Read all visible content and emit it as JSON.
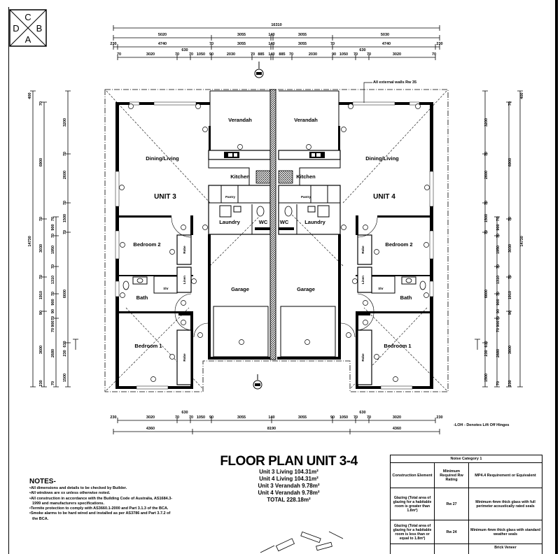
{
  "revision_box": {
    "letters": [
      "C",
      "D",
      "B",
      "A"
    ]
  },
  "top_dims": {
    "row1": [
      "16310"
    ],
    "row2": [
      "5020",
      "3055",
      "140",
      "3055",
      "5030"
    ],
    "row3": [
      "230",
      "4740",
      "70",
      "3055",
      "140",
      "3055",
      "70",
      "4740",
      "230"
    ],
    "row4": [
      "70",
      "3020",
      "70",
      "630",
      "70",
      "1050",
      "90",
      "2030",
      "70",
      "885",
      "140",
      "885",
      "70",
      "2030",
      "90",
      "1050",
      "70",
      "630",
      "70",
      "3020",
      "70"
    ]
  },
  "bottom_dims": {
    "row1": [
      "230",
      "3020",
      "70",
      "630",
      "70",
      "1050",
      "90",
      "3055",
      "140",
      "3055",
      "90",
      "1050",
      "70",
      "630",
      "70",
      "3020",
      "230"
    ],
    "row2": [
      "4360",
      "8190",
      "4360"
    ]
  },
  "side_dims": {
    "col1": [
      "400",
      "14730"
    ],
    "col2": [
      "70",
      "6900",
      "70",
      "3030",
      "70",
      "1910",
      "90",
      "3600",
      "230"
    ],
    "col3": [
      "70",
      "900",
      "70",
      "1950",
      "70",
      "1310",
      "70",
      "900",
      "90",
      "70",
      "900",
      "70",
      "2680",
      "70"
    ],
    "col4": [
      "3200",
      "70",
      "2600",
      "70",
      "1500",
      "70",
      "6600",
      "630",
      "230",
      "1500"
    ]
  },
  "annotations": {
    "external_walls": "All external walls Rw 35",
    "loh_note": "-LOH - Denotes Lift Off Hinges"
  },
  "units": [
    {
      "name": "UNIT 3",
      "rooms": {
        "verandah": "Verandah",
        "dining": "Dining/Living",
        "kitchen": "Kitchen",
        "pantry": "Pantry",
        "laundry": "Laundry",
        "wc": "WC",
        "bed2": "Bedroom 2",
        "bath": "Bath",
        "bed1": "Bedroom 1",
        "garage": "Garage",
        "robe": "Robe",
        "linen": "Linen",
        "shr": "Shr",
        "robe2": "Robe"
      }
    },
    {
      "name": "UNIT 4",
      "rooms": {
        "verandah": "Verandah",
        "dining": "Dining/Living",
        "kitchen": "Kitchen",
        "pantry": "Pantry",
        "laundry": "Laundry",
        "wc": "WC",
        "bed2": "Bedroom 2",
        "bath": "Bath",
        "bed1": "Bedroom 1",
        "garage": "Garage",
        "robe": "Robe",
        "linen": "Linen",
        "shr": "Shr",
        "robe2": "Robe"
      }
    }
  ],
  "title": {
    "heading": "FLOOR PLAN UNIT 3-4",
    "areas": [
      "Unit 3 Living 104.31m²",
      "Unit 4 Living 104.31m²",
      "Unit 3 Verandah 9.78m²",
      "Unit 4 Verandah 9.78m²",
      "TOTAL 228.18m²"
    ]
  },
  "notes": {
    "heading": "NOTES-",
    "items": [
      "All dimensions and details to be checked by Builder.",
      "All windows are xx unless otherwise noted.",
      "All construction in accordance with the Building Code of Australia, AS1684.3-1999 and manufacturers specifications.",
      "Termite protection to comply with AS3660.1-2000 and Part 3.1.3 of the BCA.",
      "Smoke alarms to be hard wired and installed as per AS3786 and Part 3.7.2 of the BCA."
    ]
  },
  "noise_table": {
    "title": "Noise Category 1",
    "headers": [
      "Construction Element",
      "Minimum Required Rw Rating",
      "MP4.4 Requirement or Equivalent"
    ],
    "rows": [
      [
        "Glazing (Total area of glazing for a habitable room is greater than 1.8m²)",
        "Rw 27",
        "Minimum 4mm thick glass with full perimeter acoustically rated seals"
      ],
      [
        "Glazing (Total area of glazing for a habitable room is less than or equal to 1.8m²)",
        "Rw 24",
        "Minimum 4mm thick glass with standard weather seals"
      ],
      [
        "",
        "",
        "Brick Veneer"
      ]
    ]
  }
}
